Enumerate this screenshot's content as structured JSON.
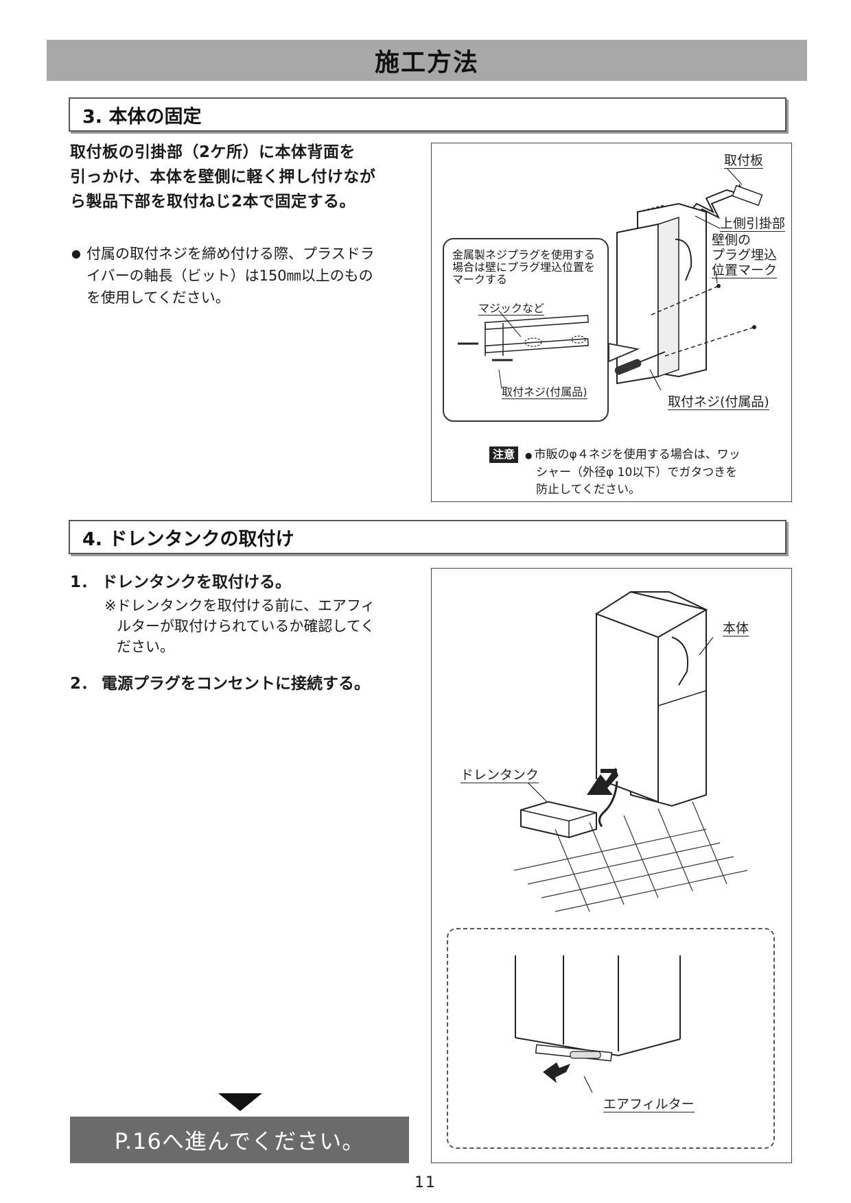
{
  "header": {
    "title": "施工方法"
  },
  "section3": {
    "title": "3. 本体の固定",
    "intro_lines": [
      "取付板の引掛部（2ケ所）に本体背面を",
      "引っかけ、本体を壁側に軽く押し付けなが",
      "ら製品下部を取付ねじ2本で固定する。"
    ],
    "bullet_lines": [
      "付属の取付ネジを締め付ける際、プラスドラ",
      "イバーの軸長（ビット）は150㎜以上のもの",
      "を使用してください。"
    ],
    "figure": {
      "label_plate": "取付板",
      "label_hook": "上側引掛部",
      "label_mark_lines": [
        "壁側の",
        "プラグ埋込",
        "位置マーク"
      ],
      "label_screw": "取付ネジ(付属品)",
      "callout_lines": [
        "金属製ネジプラグを使用する",
        "場合は壁にプラグ埋込位置を",
        "マークする"
      ],
      "callout_marker": "マジックなど",
      "callout_screw": "取付ネジ(付属品)",
      "caution_badge": "注意",
      "caution_lines": [
        "市販のφ４ネジを使用する場合は、ワッ",
        "シャー（外径φ 10以下）でガタつきを",
        "防止してください。"
      ]
    }
  },
  "section4": {
    "title": "4. ドレンタンクの取付け",
    "step1": {
      "num": "1．",
      "text": "ドレンタンクを取付ける。"
    },
    "note_lines": [
      "※ドレンタンクを取付ける前に、エアフィ",
      "ルターが取付けられているか確認してく",
      "ださい。"
    ],
    "step2": {
      "num": "2．",
      "text": "電源プラグをコンセントに接続する。"
    },
    "figure": {
      "label_body": "本体",
      "label_tank": "ドレンタンク",
      "label_filter": "エアフィルター"
    }
  },
  "footer": {
    "next_text": "P.16へ進んでください。",
    "page_number": "11"
  }
}
